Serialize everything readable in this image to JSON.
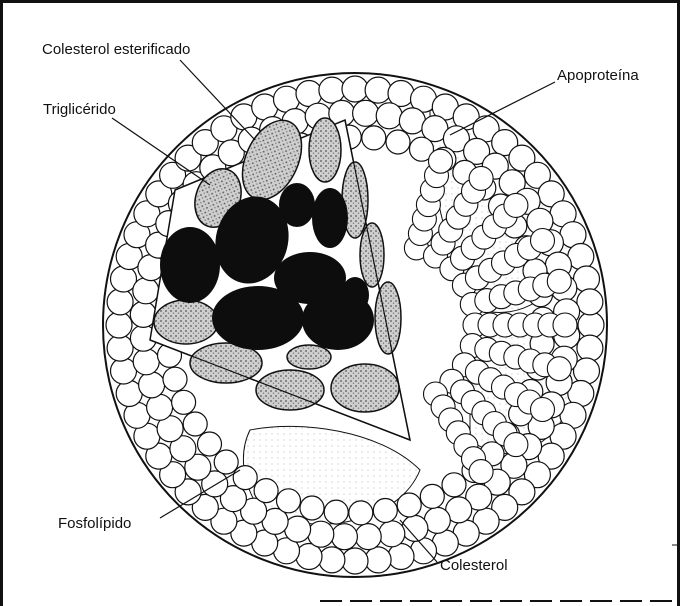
{
  "figure": {
    "labels": {
      "esterified_cholesterol": "Colesterol esterificado",
      "triglyceride": "Triglicérido",
      "apoprotein": "Apoproteína",
      "phospholipid": "Fosfolípido",
      "cholesterol": "Colesterol"
    }
  },
  "colors": {
    "ink": "#111111",
    "stipple": "#9a9a9a",
    "core_dark": "#0d0d0d",
    "background": "#ffffff"
  }
}
